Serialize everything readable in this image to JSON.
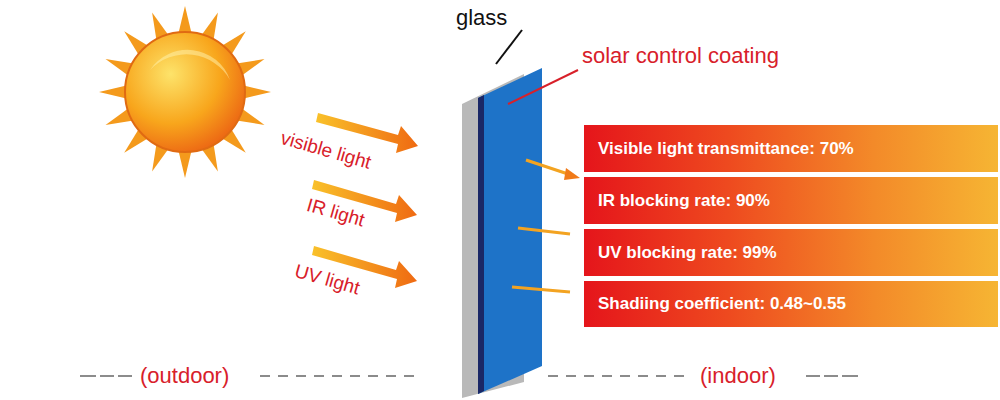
{
  "diagram": {
    "nodes": [
      {
        "text": [
          "Visible light transmittance: 70%"
        ]
      },
      {
        "text": [
          "IR blocking rate: 90%"
        ]
      },
      {
        "text": [
          "UV blocking rate: 99%"
        ]
      },
      {
        "text": [
          "Shadiing coefficient: 0.48~0.55"
        ]
      }
    ],
    "labels": [
      "glass",
      "solar control coating",
      "visible light",
      "IR light",
      "UV light",
      "(outdoor)",
      "(indoor)"
    ]
  }
}
